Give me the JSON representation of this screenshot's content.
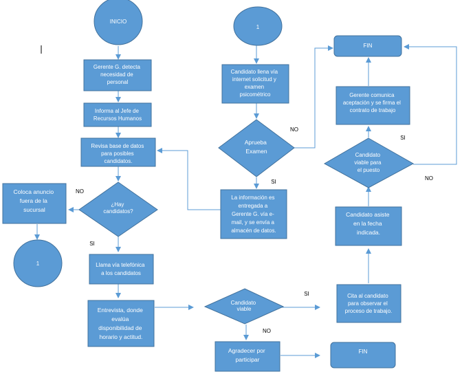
{
  "colors": {
    "node_fill": "#5B9BD5",
    "node_stroke": "#41719C",
    "edge": "#5B9BD5",
    "text": "#FFFFFF",
    "label": "#000000"
  },
  "nodes": {
    "inicio": [
      "INICIO"
    ],
    "detecta": [
      "Gerente G. detecta",
      "necesidad de",
      "personal"
    ],
    "informa": [
      "Informa al Jefe de",
      "Recursos Humanos"
    ],
    "revisa": [
      "Revisa base de datos",
      "para posibles",
      "candidatos."
    ],
    "hay": [
      "¿Hay",
      "candidatos?"
    ],
    "anuncio": [
      "Coloca anuncio",
      "fuera de la",
      "sucursal"
    ],
    "conector_left": [
      "1"
    ],
    "llama": [
      "Llama vía telefónica",
      "a los candidatos"
    ],
    "entrevista": [
      "Entrevista, donde",
      "evalúa",
      "disponibilidad de",
      "horario y actitud."
    ],
    "viable1": [
      "Candidato",
      "viable"
    ],
    "agradecer": [
      "Agradecer por",
      "participar"
    ],
    "fin_bottom": [
      "FIN"
    ],
    "cita": [
      "Cita al candidato",
      "para observar el",
      "proceso de trabajo."
    ],
    "asiste": [
      "Candidato asiste",
      "en la fecha",
      "indicada."
    ],
    "viable2": [
      "Candidato",
      "viable para",
      "el puesto"
    ],
    "comunica": [
      "Gerente comunica",
      "aceptación y se firma el",
      "contrato  de trabajo"
    ],
    "fin_top": [
      "FIN"
    ],
    "conector_top": [
      "1"
    ],
    "llena": [
      "Candidato llena vía",
      "internet solicitud y",
      "examen",
      "psicométrico"
    ],
    "aprueba": [
      "Aprueba",
      "Examen"
    ],
    "informacion": [
      "La información es",
      "entregada a",
      "Gerente G. vía e-",
      "mail, y se envía a",
      "almacén de datos."
    ]
  },
  "edge_labels": {
    "no_hay": "NO",
    "si_hay": "SI",
    "si_viable1": "SI",
    "no_viable1": "NO",
    "no_aprueba": "NO",
    "si_aprueba": "SI",
    "si_viable2": "SI",
    "no_viable2": "NO"
  }
}
